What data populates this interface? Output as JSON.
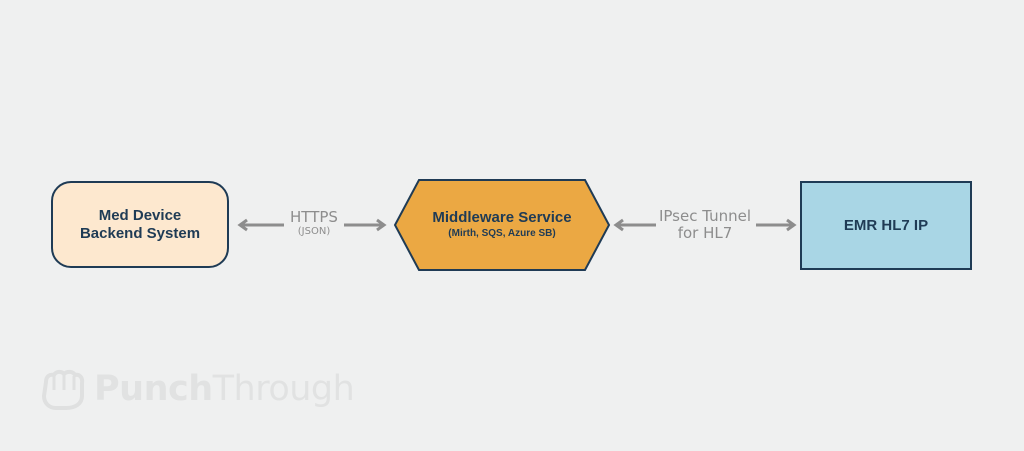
{
  "nodes": {
    "med_device": {
      "line1": "Med Device",
      "line2": "Backend System"
    },
    "middleware": {
      "title": "Middleware Service",
      "subtitle": "(Mirth, SQS, Azure SB)"
    },
    "emr": {
      "title": "EMR HL7 IP"
    }
  },
  "edges": {
    "https": {
      "label": "HTTPS",
      "sublabel": "(JSON)"
    },
    "ipsec": {
      "line1": "IPsec Tunnel",
      "line2": "for HL7"
    }
  },
  "logo": {
    "brand_bold": "Punch",
    "brand_light": "Through"
  },
  "colors": {
    "node_border": "#1f3b55",
    "med_device_fill": "#fde8cf",
    "middleware_fill": "#eba843",
    "emr_fill": "#a9d6e5",
    "arrow": "#8d8d8d",
    "background": "#eff0f0"
  }
}
